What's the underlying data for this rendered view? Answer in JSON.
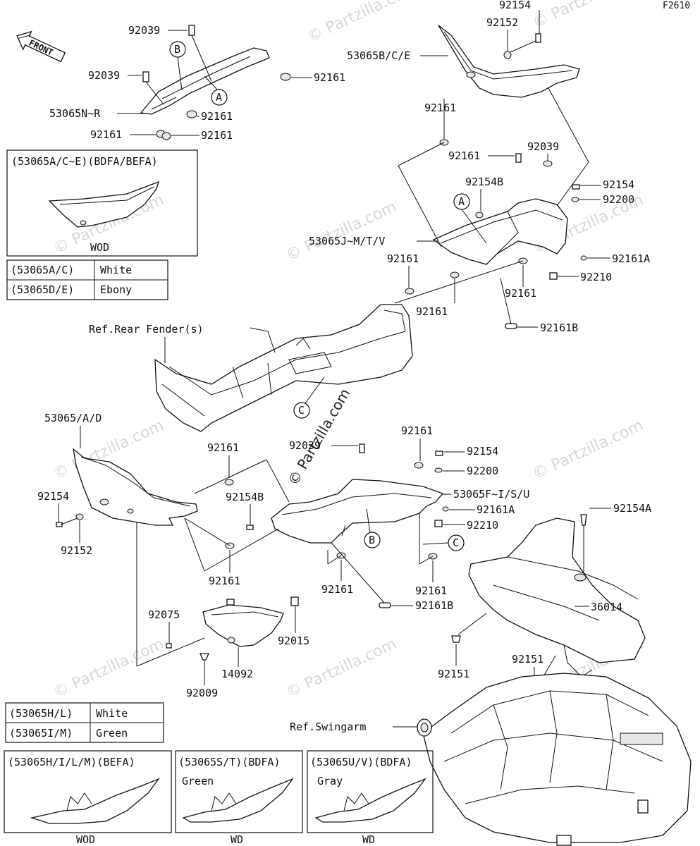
{
  "figure_code": "F2610",
  "front_label": "FRONT",
  "watermark": "© Partzilla.com",
  "callouts": [
    {
      "id": "c1",
      "text": "92154"
    },
    {
      "id": "c2",
      "text": "92152"
    },
    {
      "id": "c3",
      "text": "92039"
    },
    {
      "id": "c4",
      "text": "92039"
    },
    {
      "id": "c5",
      "text": "92161"
    },
    {
      "id": "c6",
      "text": "53065B/C/E"
    },
    {
      "id": "c7",
      "text": "53065N~R"
    },
    {
      "id": "c8",
      "text": "92161"
    },
    {
      "id": "c9",
      "text": "92161"
    },
    {
      "id": "c10",
      "text": "92161"
    },
    {
      "id": "c11",
      "text": "92161"
    },
    {
      "id": "c12",
      "text": "92039"
    },
    {
      "id": "c13",
      "text": "92161"
    },
    {
      "id": "c14",
      "text": "92154B"
    },
    {
      "id": "c15",
      "text": "92154"
    },
    {
      "id": "c16",
      "text": "92200"
    },
    {
      "id": "c17",
      "text": "53065J~M/T/V"
    },
    {
      "id": "c18",
      "text": "92161A"
    },
    {
      "id": "c19",
      "text": "92161"
    },
    {
      "id": "c20",
      "text": "92210"
    },
    {
      "id": "c21",
      "text": "92161"
    },
    {
      "id": "c22",
      "text": "92161"
    },
    {
      "id": "c23",
      "text": "Ref.Rear Fender(s)"
    },
    {
      "id": "c24",
      "text": "92161B"
    },
    {
      "id": "c25",
      "text": "53065/A/D"
    },
    {
      "id": "c26",
      "text": "92161"
    },
    {
      "id": "c27",
      "text": "92039"
    },
    {
      "id": "c28",
      "text": "92161"
    },
    {
      "id": "c29",
      "text": "92154"
    },
    {
      "id": "c30",
      "text": "92200"
    },
    {
      "id": "c31",
      "text": "92154"
    },
    {
      "id": "c32",
      "text": "92154B"
    },
    {
      "id": "c33",
      "text": "53065F~I/S/U"
    },
    {
      "id": "c34",
      "text": "92161A"
    },
    {
      "id": "c35",
      "text": "92154A"
    },
    {
      "id": "c36",
      "text": "92210"
    },
    {
      "id": "c37",
      "text": "92152"
    },
    {
      "id": "c38",
      "text": "92161"
    },
    {
      "id": "c39",
      "text": "92161"
    },
    {
      "id": "c40",
      "text": "92161"
    },
    {
      "id": "c41",
      "text": "92161B"
    },
    {
      "id": "c42",
      "text": "36014"
    },
    {
      "id": "c43",
      "text": "92075"
    },
    {
      "id": "c44",
      "text": "92015"
    },
    {
      "id": "c45",
      "text": "14092"
    },
    {
      "id": "c46",
      "text": "92009"
    },
    {
      "id": "c47",
      "text": "92151"
    },
    {
      "id": "c48",
      "text": "92151"
    },
    {
      "id": "c49",
      "text": "Ref.Swingarm"
    }
  ],
  "markers": [
    "A",
    "B",
    "C"
  ],
  "variant_box_top": {
    "title": "(53065A/C~E)(BDFA/BEFA)",
    "caption": "WOD"
  },
  "color_table_top": [
    {
      "parts": "(53065A/C)",
      "color": "White"
    },
    {
      "parts": "(53065D/E)",
      "color": "Ebony"
    }
  ],
  "color_table_bottom": [
    {
      "parts": "(53065H/L)",
      "color": "White"
    },
    {
      "parts": "(53065I/M)",
      "color": "Green"
    }
  ],
  "variant_boxes_bottom": [
    {
      "title": "(53065H/I/L/M)(BEFA)",
      "color": "",
      "caption": "WOD"
    },
    {
      "title": "(53065S/T)(BDFA)",
      "color": "Green",
      "caption": "WD"
    },
    {
      "title": "(53065U/V)(BDFA)",
      "color": "Gray",
      "caption": "WD"
    }
  ]
}
